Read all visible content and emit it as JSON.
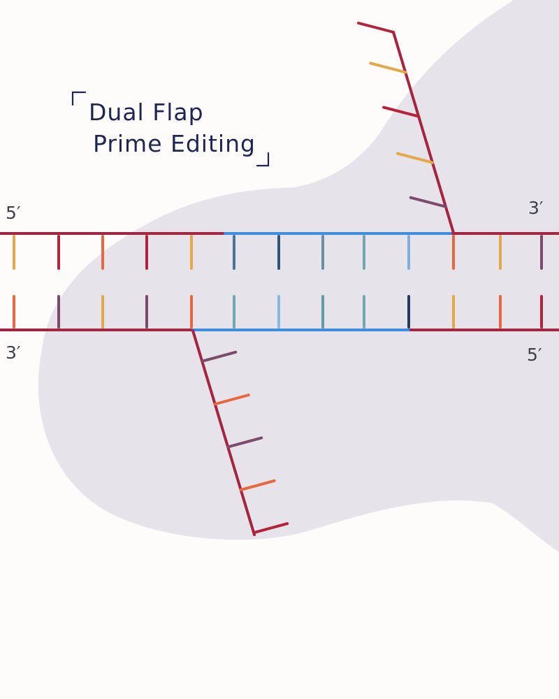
{
  "title": {
    "line1": "Dual Flap",
    "line2": "Prime Editing"
  },
  "strand_ends": {
    "top_left": "5′",
    "top_right": "3′",
    "bottom_left": "3′",
    "bottom_right": "5′"
  },
  "colors": {
    "background": "#fdfcfa",
    "blob": "#e6e3ea",
    "backbone": "#a52440",
    "edited_segment": "#3f8de3",
    "title_ink": "#1f2552",
    "base_palette": [
      "#e4a847",
      "#b5233a",
      "#e9673e",
      "#7d4a6b",
      "#4a7597",
      "#2f5677",
      "#6b8fa9",
      "#6fa7b3",
      "#7fb0dd",
      "#213c60",
      "#88b7e3",
      "#5e9ea3"
    ]
  },
  "top_strand_bases": [
    "#e4a847",
    "#b5233a",
    "#e9673e",
    "#b5233a",
    "#e4a847",
    "#4a7597",
    "#2f5677",
    "#6b8fa9",
    "#6fa7b3",
    "#7fb0dd",
    "#e9673e",
    "#e4a847",
    "#7d4a6b"
  ],
  "bottom_strand_bases": [
    "#e9673e",
    "#7d4a6b",
    "#e4a847",
    "#7d4a6b",
    "#e9673e",
    "#6fa7b3",
    "#88b7e3",
    "#5e9ea3",
    "#6fa7b3",
    "#213c60",
    "#e4a847",
    "#e9673e",
    "#b5233a"
  ],
  "upper_flap_bases": [
    "#b5233a",
    "#e4a847",
    "#b5233a",
    "#e4a847",
    "#7d4a6b"
  ],
  "lower_flap_bases": [
    "#7d4a6b",
    "#e9673e",
    "#7d4a6b",
    "#e9673e",
    "#b5233a"
  ]
}
